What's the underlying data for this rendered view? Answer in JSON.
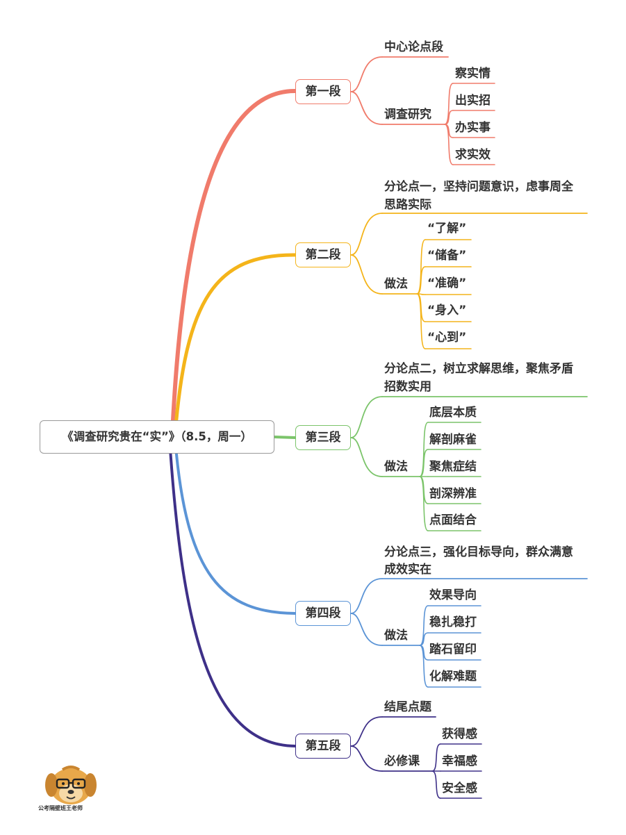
{
  "root": "《调查研究贵在“实”》（8.5，周一）",
  "colors": {
    "s1": "#f07b6b",
    "s2": "#f4b41a",
    "s3": "#7bc46a",
    "s4": "#5b94d6",
    "s5": "#3e3088"
  },
  "sections": [
    {
      "title": "第一段",
      "items": [
        {
          "label": "中心论点段"
        },
        {
          "label": "调查研究",
          "children": [
            "察实情",
            "出实招",
            "办实事",
            "求实效"
          ]
        }
      ]
    },
    {
      "title": "第二段",
      "items": [
        {
          "label": "分论点一，坚持问题意识，虑事周全思路实际",
          "line1": "分论点一，坚持问题意识，虑事周全",
          "line2": "思路实际"
        },
        {
          "label": "做法",
          "children": [
            "“了解”",
            "“储备”",
            "“准确”",
            "“身入”",
            "“心到”"
          ]
        }
      ]
    },
    {
      "title": "第三段",
      "items": [
        {
          "label": "分论点二，树立求解思维，聚焦矛盾招数实用",
          "line1": "分论点二，树立求解思维，聚焦矛盾",
          "line2": "招数实用"
        },
        {
          "label": "做法",
          "children": [
            "底层本质",
            "解剖麻雀",
            "聚焦症结",
            "剖深辨准",
            "点面结合"
          ]
        }
      ]
    },
    {
      "title": "第四段",
      "items": [
        {
          "label": "分论点三，强化目标导向，群众满意成效实在",
          "line1": "分论点三，强化目标导向，群众满意",
          "line2": "成效实在"
        },
        {
          "label": "做法",
          "children": [
            "效果导向",
            "稳扎稳打",
            "踏石留印",
            "化解难题"
          ]
        }
      ]
    },
    {
      "title": "第五段",
      "items": [
        {
          "label": "结尾点题"
        },
        {
          "label": "必修课",
          "children": [
            "获得感",
            "幸福感",
            "安全感"
          ]
        }
      ]
    }
  ],
  "logo": {
    "text": "公考隔壁班王老师",
    "icon": "dog-teacher-mascot"
  }
}
